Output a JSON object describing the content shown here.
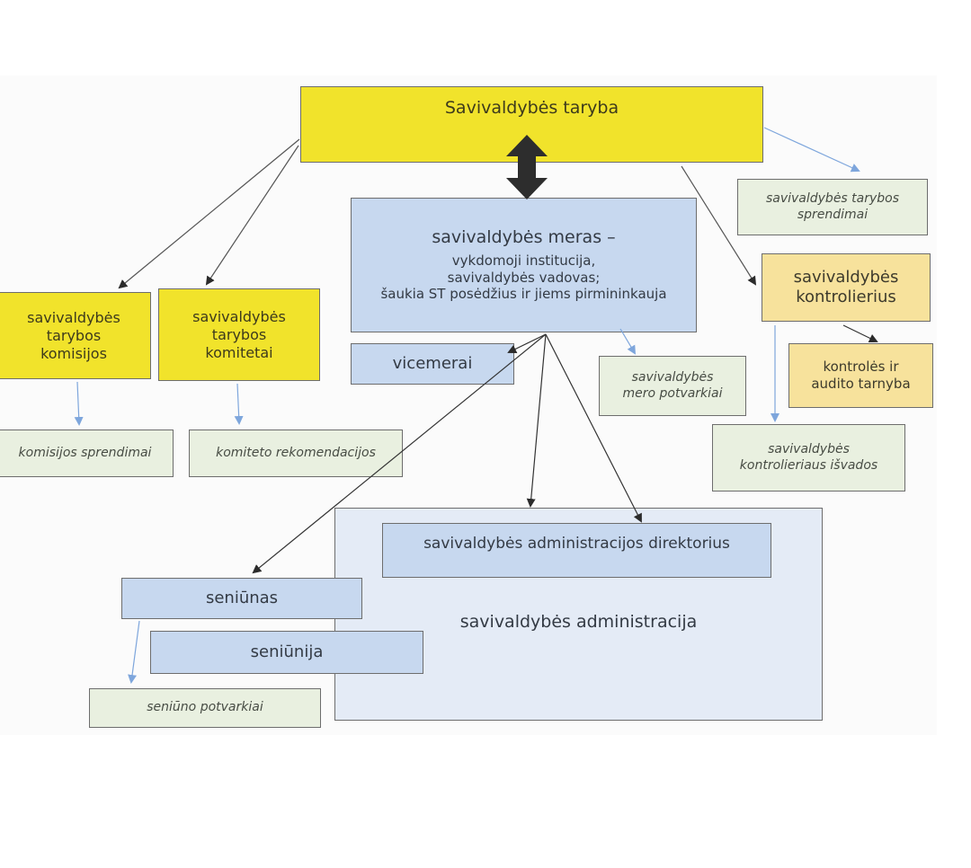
{
  "diagram": {
    "council": {
      "label": "Savivaldybės taryba"
    },
    "mayor": {
      "title": "savivaldybės meras –",
      "lines": [
        "vykdomoji institucija,",
        "savivaldybės vadovas;",
        "šaukia ST posėdžius ir jiems pirmininkauja"
      ]
    },
    "council_decisions": {
      "lines": [
        "savivaldybės tarybos",
        "sprendimai"
      ]
    },
    "controller": {
      "lines": [
        "savivaldybės",
        "kontrolierius"
      ]
    },
    "audit_service": {
      "lines": [
        "kontrolės ir",
        "audito tarnyba"
      ]
    },
    "controller_conclusions": {
      "lines": [
        "savivaldybės",
        "kontrolieriaus išvados"
      ]
    },
    "commissions": {
      "lines": [
        "savivaldybės",
        "tarybos",
        "komisijos"
      ]
    },
    "committees": {
      "lines": [
        "savivaldybės",
        "tarybos",
        "komitetai"
      ]
    },
    "commission_decisions": {
      "label": "komisijos sprendimai"
    },
    "committee_recommendations": {
      "label": "komiteto rekomendacijos"
    },
    "deputy_mayors": {
      "label": "vicemerai"
    },
    "mayor_orders": {
      "lines": [
        "savivaldybės",
        "mero potvarkiai"
      ]
    },
    "admin_director": {
      "label": "savivaldybės administracijos direktorius"
    },
    "administration": {
      "label": "savivaldybės administracija"
    },
    "elder": {
      "label": "seniūnas"
    },
    "eldership": {
      "label": "seniūnija"
    },
    "elder_orders": {
      "label": "seniūno potvarkiai"
    }
  },
  "colors": {
    "council": "#f1e32b",
    "executive": "#c7d8ef",
    "administration": "#e4ebf6",
    "outputs": "#e9f0e0",
    "control": "#f7e29c",
    "arrow_primary": "#333333",
    "arrow_output": "#7ea6dc"
  }
}
